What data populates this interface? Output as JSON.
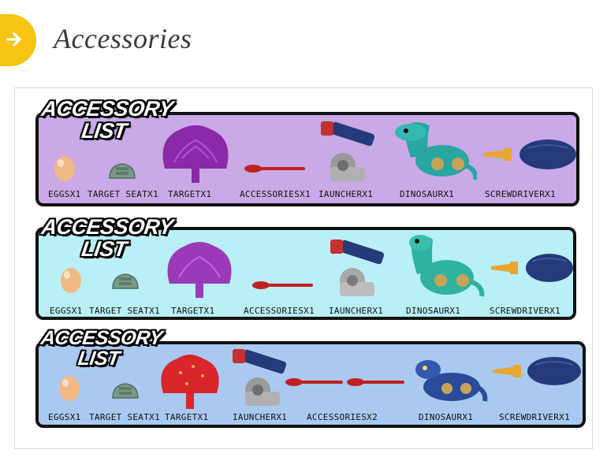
{
  "header": {
    "title": "Accessories",
    "badge_color": "#f6c413",
    "icon": "arrow-right-icon"
  },
  "panels": [
    {
      "heading_line1": "ACCESSORY",
      "heading_line2": "LIST",
      "background": "#c9a9e6",
      "tree_color": "#8a2aa8",
      "items": [
        "EGGSX1",
        "TARGET SEATX1",
        "TARGETX1",
        "ACCESSORIESX1",
        "IAUNCHERX1",
        "DINOSAURX1",
        "SCREWDRIVERX1"
      ]
    },
    {
      "heading_line1": "ACCESSORY",
      "heading_line2": "LIST",
      "background": "#b9eff6",
      "tree_color": "#9b3ab8",
      "items": [
        "EGGSX1",
        "TARGET SEATX1",
        "TARGETX1",
        "ACCESSORIESX1",
        "IAUNCHERX1",
        "DINOSAURX1",
        "SCREWDRIVERX1"
      ]
    },
    {
      "heading_line1": "ACCESSORY",
      "heading_line2": "LIST",
      "background": "#a9c9f0",
      "tree_color": "#d8262a",
      "items": [
        "EGGSX1",
        "TARGET SEATX1",
        "TARGETX1",
        "IAUNCHERX1",
        "ACCESSORIESX2",
        "DINOSAURX1",
        "SCREWDRIVERX1"
      ]
    }
  ]
}
